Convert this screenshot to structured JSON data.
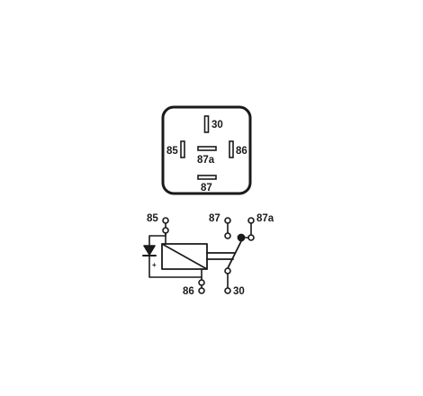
{
  "footprint": {
    "pins": {
      "p30": "30",
      "p85": "85",
      "p86": "86",
      "p87a": "87a",
      "p87": "87"
    }
  },
  "schematic": {
    "terminals": {
      "t85": "85",
      "t86": "86",
      "t87": "87",
      "t87a": "87a",
      "t30": "30"
    },
    "diode_polarity": "+"
  },
  "colors": {
    "ink": "#1a1a1a",
    "background": "#ffffff"
  }
}
